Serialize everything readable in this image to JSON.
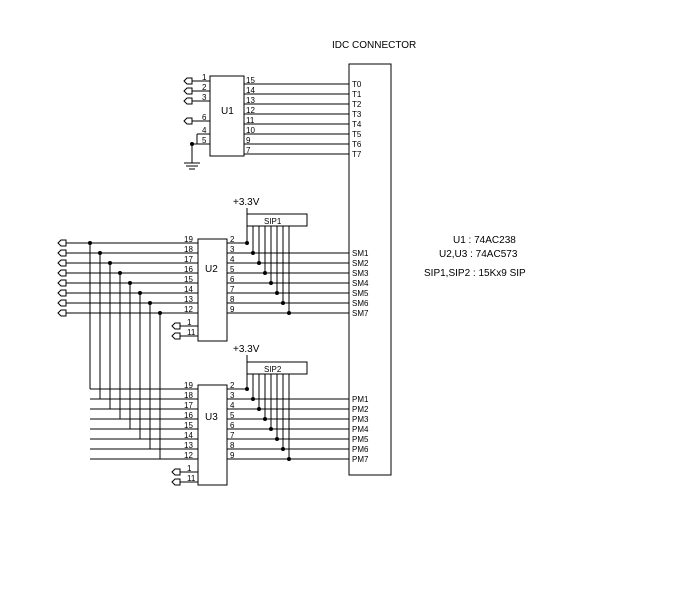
{
  "title": "IDC CONNECTOR",
  "u1": {
    "label": "U1",
    "in_pins": [
      "1",
      "2",
      "3",
      "6",
      "4",
      "5"
    ],
    "out_pins": [
      "15",
      "14",
      "13",
      "12",
      "11",
      "10",
      "9",
      "7"
    ],
    "signals": [
      "T0",
      "T1",
      "T2",
      "T3",
      "T4",
      "T5",
      "T6",
      "T7"
    ]
  },
  "u2": {
    "label": "U2",
    "in_pins": [
      "19",
      "18",
      "17",
      "16",
      "15",
      "14",
      "13",
      "12"
    ],
    "ctl_pins": [
      "1",
      "11"
    ],
    "out_pins": [
      "2",
      "3",
      "4",
      "5",
      "6",
      "7",
      "8",
      "9"
    ],
    "signals": [
      "SM1",
      "SM2",
      "SM3",
      "SM4",
      "SM5",
      "SM6",
      "SM7"
    ]
  },
  "u3": {
    "label": "U3",
    "in_pins": [
      "19",
      "18",
      "17",
      "16",
      "15",
      "14",
      "13",
      "12"
    ],
    "ctl_pins": [
      "1",
      "11"
    ],
    "out_pins": [
      "2",
      "3",
      "4",
      "5",
      "6",
      "7",
      "8",
      "9"
    ],
    "signals": [
      "PM1",
      "PM2",
      "PM3",
      "PM4",
      "PM5",
      "PM6",
      "PM7"
    ]
  },
  "sip1": {
    "label": "SIP1",
    "supply": "+3.3V"
  },
  "sip2": {
    "label": "SIP2",
    "supply": "+3.3V"
  },
  "notes": [
    "U1 : 74AC238",
    "U2,U3 : 74AC573",
    "SIP1,SIP2 : 15Kx9 SIP"
  ]
}
